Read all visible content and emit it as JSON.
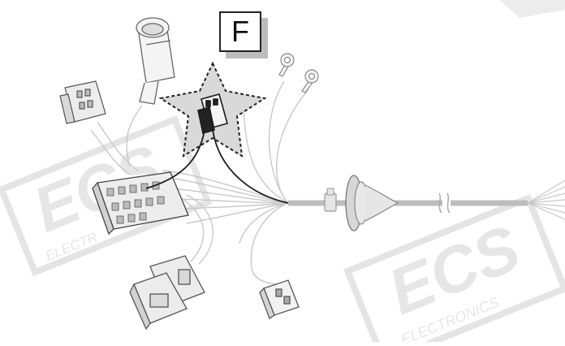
{
  "diagram": {
    "connector_label": "F",
    "watermark": {
      "logo_text": "ECS",
      "sub_text": "ELECTRONICS",
      "sub_text_partial": "ELECTR"
    },
    "colors": {
      "wire_light": "#c8c8c8",
      "wire_dark": "#1a1a1a",
      "connector_outline": "#555555",
      "connector_fill": "#f2f2f2",
      "highlight_star": "#d9d9d9",
      "watermark": "#e6e6e6"
    }
  }
}
